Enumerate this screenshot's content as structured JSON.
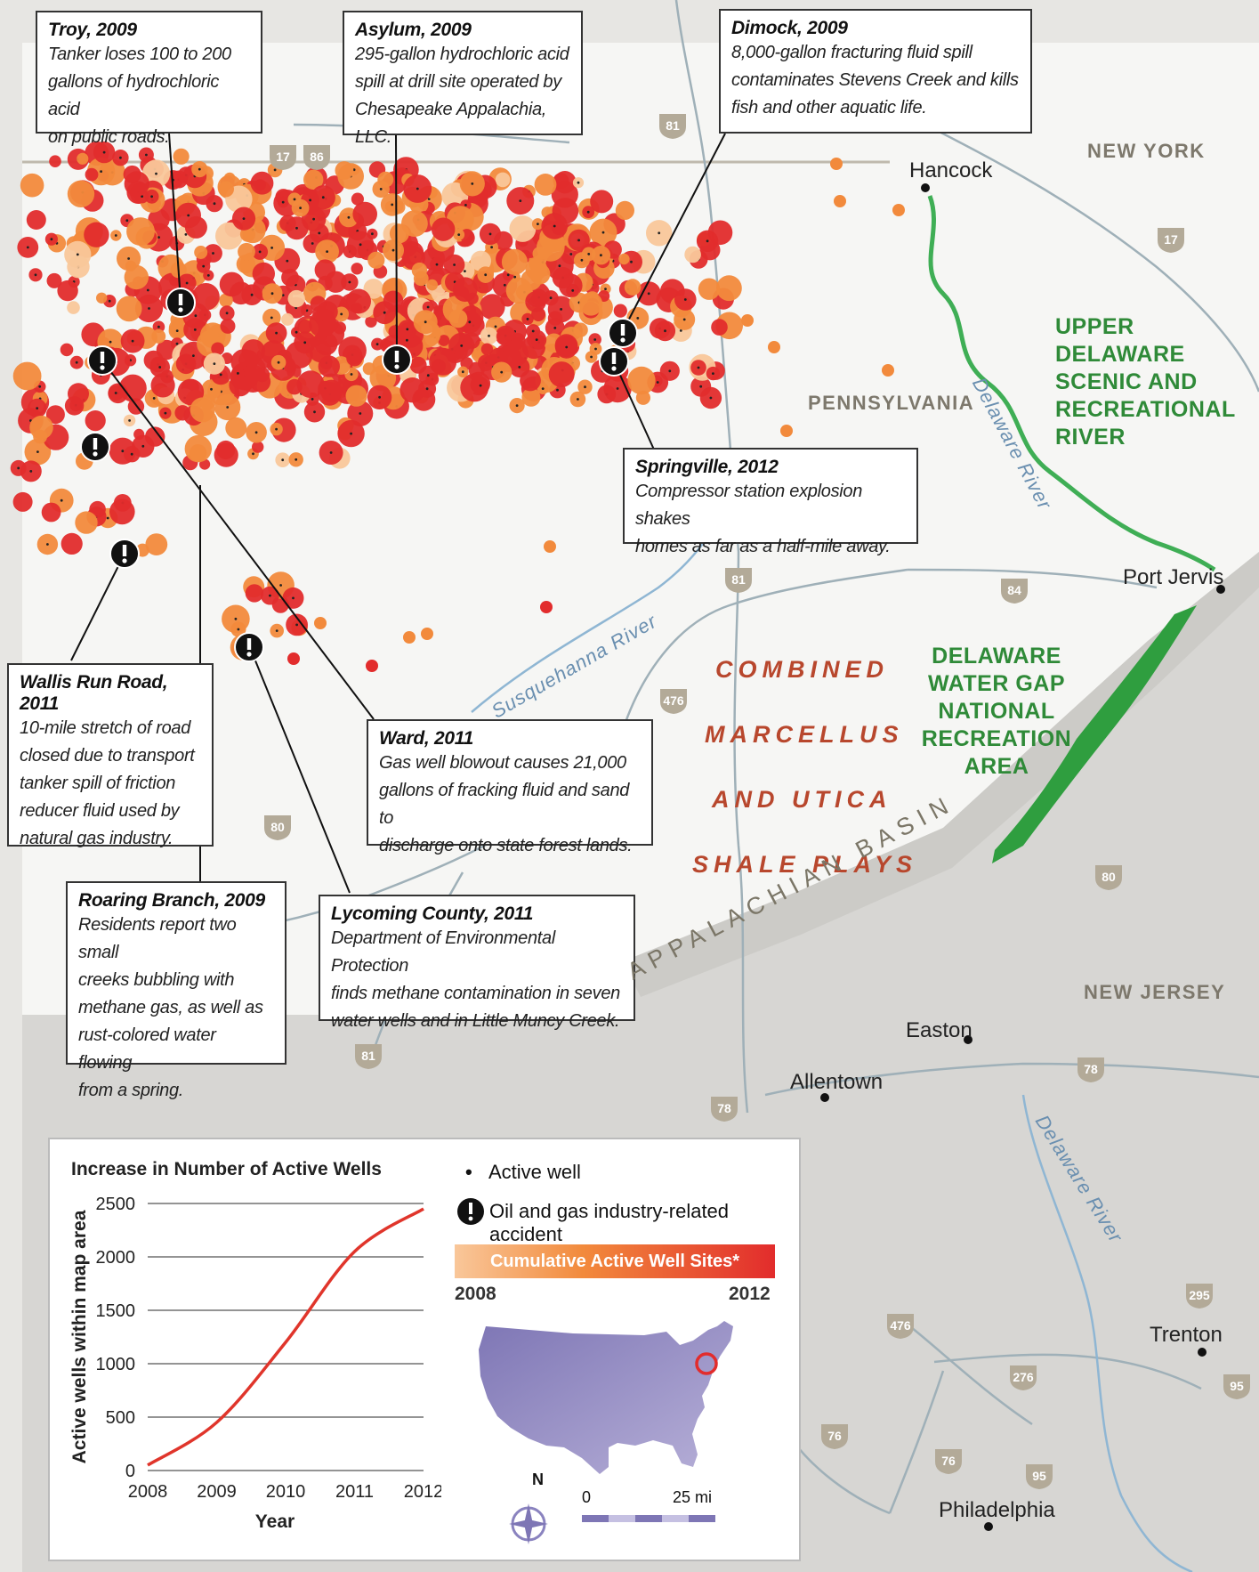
{
  "callouts": [
    {
      "title": "Troy, 2009",
      "desc": [
        "Tanker loses 100 to 200",
        "gallons of hydrochloric acid",
        "on public roads."
      ]
    },
    {
      "title": "Asylum, 2009",
      "desc": [
        "295-gallon hydrochloric acid",
        "spill at drill site operated by",
        "Chesapeake Appalachia, LLC."
      ]
    },
    {
      "title": "Dimock, 2009",
      "desc": [
        "8,000-gallon fracturing fluid spill",
        "contaminates Stevens Creek and kills",
        "fish and other aquatic life."
      ]
    },
    {
      "title": "Springville, 2012",
      "desc": [
        "Compressor station explosion shakes",
        "homes as far as a half-mile away."
      ]
    },
    {
      "title": "Wallis Run Road, 2011",
      "desc": [
        "10-mile stretch of road",
        "closed due to transport",
        "tanker spill of friction",
        "reducer fluid used by",
        "natural gas industry."
      ]
    },
    {
      "title": "Ward, 2011",
      "desc": [
        "Gas well blowout causes 21,000",
        "gallons of fracking fluid and sand to",
        "discharge onto state forest lands."
      ]
    },
    {
      "title": "Roaring Branch, 2009",
      "desc": [
        "Residents report two small",
        "creeks bubbling with",
        "methane gas, as well as",
        "rust-colored water flowing",
        "from a spring."
      ]
    },
    {
      "title": "Lycoming County, 2011",
      "desc": [
        "Department of Environmental Protection",
        "finds methane contamination in seven",
        "water wells and in Little Muncy Creek."
      ]
    }
  ],
  "labels": {
    "new_york": "NEW YORK",
    "pennsylvania": "PENNSYLVANIA",
    "new_jersey": "NEW JERSEY",
    "upper_delaware": [
      "UPPER",
      "DELAWARE",
      "SCENIC AND",
      "RECREATIONAL",
      "RIVER"
    ],
    "water_gap": [
      "DELAWARE",
      "WATER GAP",
      "NATIONAL",
      "RECREATION",
      "AREA"
    ],
    "shale": [
      "COMBINED",
      "MARCELLUS",
      "AND UTICA",
      "SHALE PLAYS"
    ],
    "basin": "APPALACHIAN BASIN",
    "delaware_river": "Delaware River",
    "susquehanna_river": "Susquehanna River"
  },
  "cities": {
    "hancock": "Hancock",
    "port_jervis": "Port Jervis",
    "easton": "Easton",
    "allentown": "Allentown",
    "trenton": "Trenton",
    "philadelphia": "Philadelphia"
  },
  "shields": [
    "17",
    "86",
    "81",
    "17",
    "81",
    "84",
    "476",
    "80",
    "80",
    "81",
    "78",
    "78",
    "295",
    "476",
    "276",
    "95",
    "76",
    "76",
    "95"
  ],
  "legend": {
    "active_well": "Active well",
    "accident": "Oil and gas industry-related accident",
    "cumulative": "Cumulative Active Well Sites*",
    "year_start": "2008",
    "year_end": "2012",
    "north": "N",
    "scale_zero": "0",
    "scale_end": "25 mi"
  },
  "colors": {
    "well_red": "#e22c2c",
    "well_orange": "#f28a3c",
    "well_light": "#f9c79a",
    "park_green": "#2f9e3f",
    "river_green": "#3fae55",
    "chart_line": "#e0352b"
  },
  "chart_data": {
    "type": "line",
    "title": "Increase in Number of Active Wells",
    "xlabel": "Year",
    "ylabel": "Active wells within map area",
    "x": [
      2008,
      2009,
      2010,
      2011,
      2012
    ],
    "y": [
      50,
      450,
      1200,
      2050,
      2450
    ],
    "xticks": [
      "2008",
      "2009",
      "2010",
      "2011",
      "2012"
    ],
    "yticks": [
      "0",
      "500",
      "1000",
      "1500",
      "2000",
      "2500"
    ],
    "xlim": [
      2008,
      2012
    ],
    "ylim": [
      0,
      2500
    ],
    "grid": true
  }
}
